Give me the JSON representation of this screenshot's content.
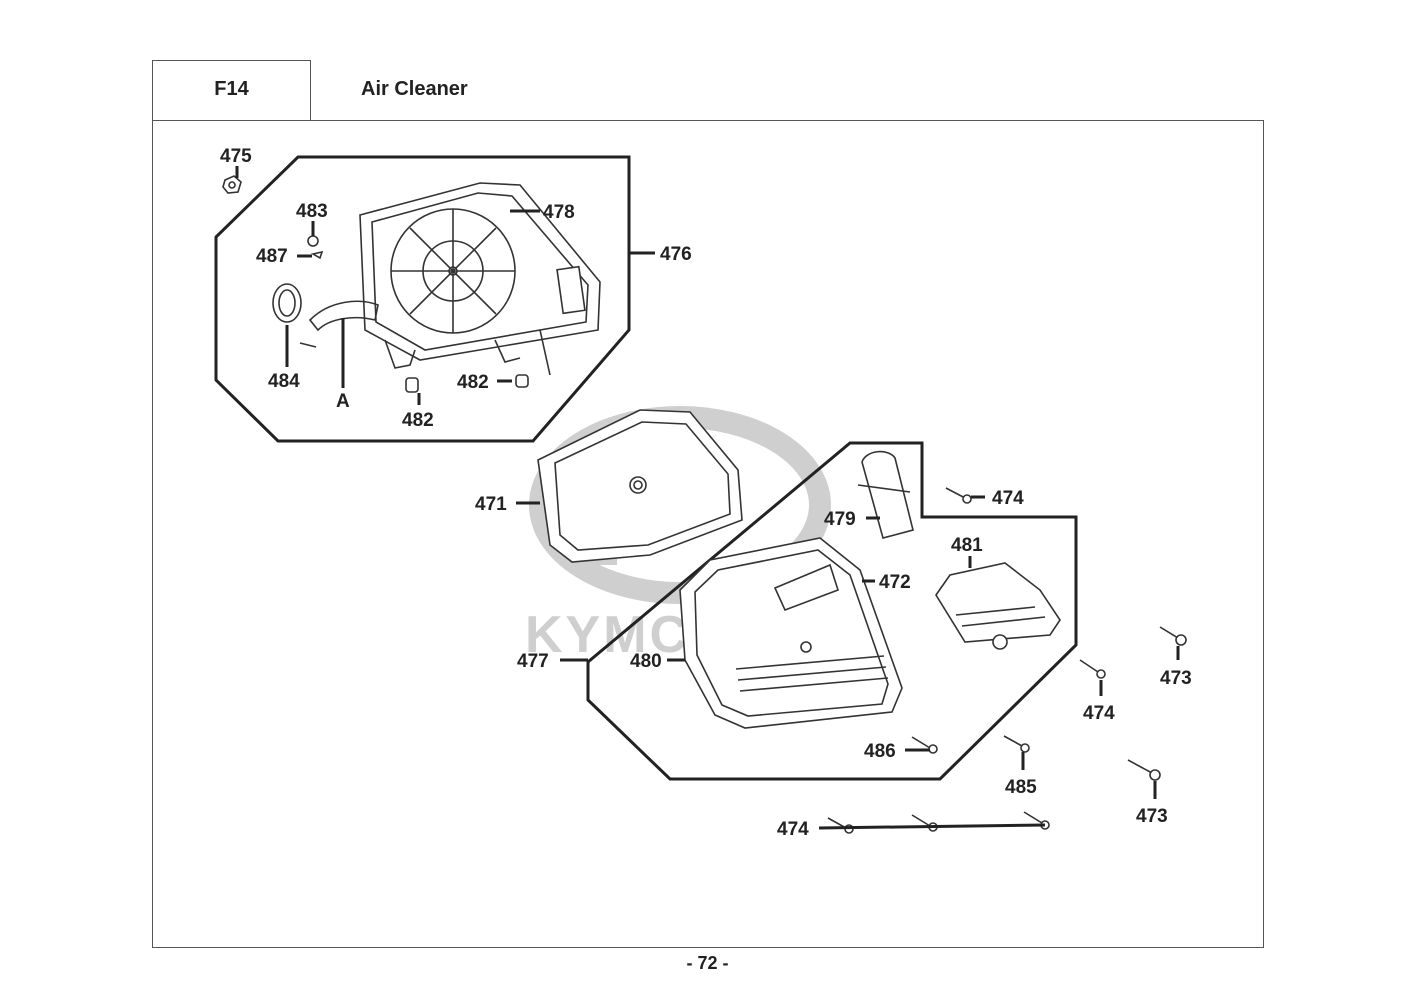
{
  "header": {
    "code": "F14",
    "title": "Air Cleaner"
  },
  "watermark": {
    "brand": "KYMCO",
    "logo_letter": "K",
    "color": "#c8c8c8"
  },
  "callouts": [
    {
      "id": "c475",
      "label": "475"
    },
    {
      "id": "c476",
      "label": "476"
    },
    {
      "id": "c478",
      "label": "478"
    },
    {
      "id": "c483",
      "label": "483"
    },
    {
      "id": "c487",
      "label": "487"
    },
    {
      "id": "c484",
      "label": "484"
    },
    {
      "id": "cA",
      "label": "A"
    },
    {
      "id": "c482a",
      "label": "482"
    },
    {
      "id": "c482b",
      "label": "482"
    },
    {
      "id": "c471",
      "label": "471"
    },
    {
      "id": "c479",
      "label": "479"
    },
    {
      "id": "c474a",
      "label": "474"
    },
    {
      "id": "c481",
      "label": "481"
    },
    {
      "id": "c472",
      "label": "472"
    },
    {
      "id": "c477",
      "label": "477"
    },
    {
      "id": "c480",
      "label": "480"
    },
    {
      "id": "c473a",
      "label": "473"
    },
    {
      "id": "c474b",
      "label": "474"
    },
    {
      "id": "c486",
      "label": "486"
    },
    {
      "id": "c485",
      "label": "485"
    },
    {
      "id": "c473b",
      "label": "473"
    },
    {
      "id": "c474c",
      "label": "474"
    }
  ],
  "footer": {
    "page_number": "- 72 -"
  }
}
